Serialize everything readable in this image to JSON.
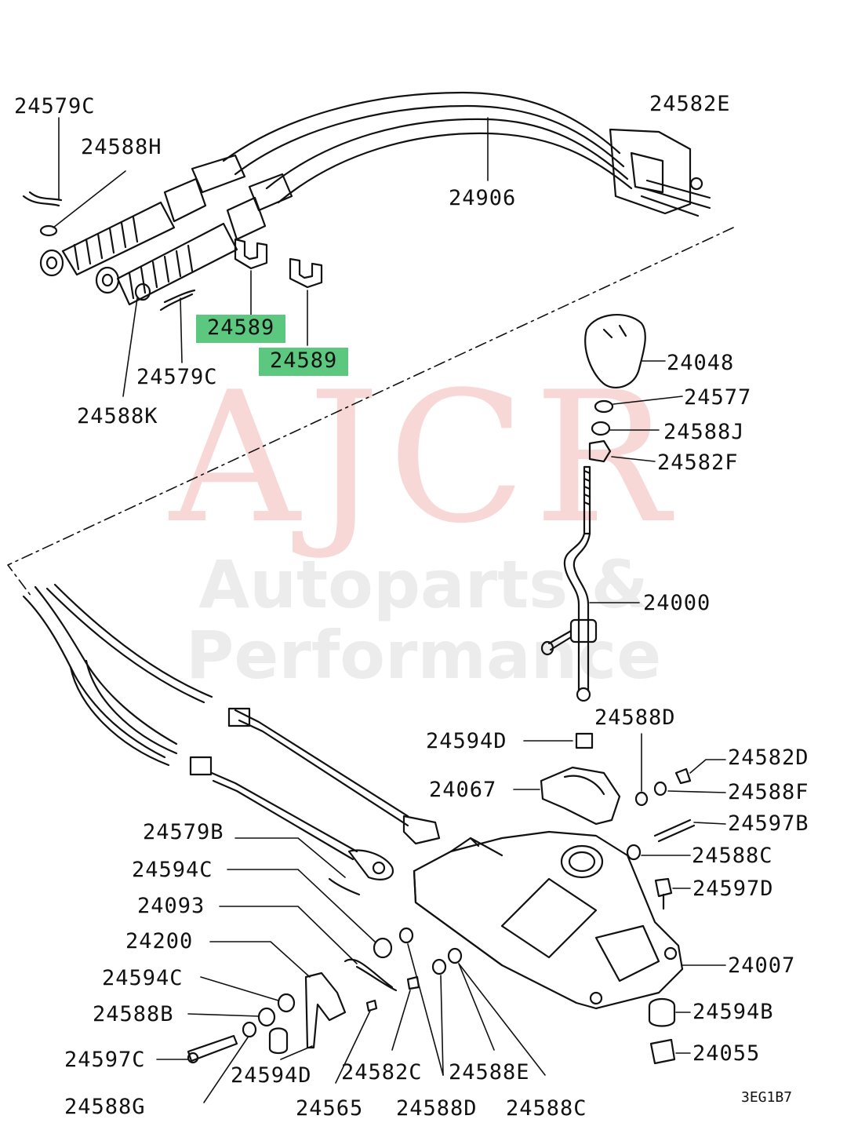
{
  "watermark": {
    "brand": "AJCR",
    "tagline": "Autoparts & Performance"
  },
  "highlight_color": "#5cc77e",
  "diagram_code": "3EG1B7",
  "part_labels": {
    "p24579C_top": "24579C",
    "p24588H": "24588H",
    "p24582E": "24582E",
    "p24906": "24906",
    "p24589_a": "24589",
    "p24589_b": "24589",
    "p24579C_mid": "24579C",
    "p24588K": "24588K",
    "p24048": "24048",
    "p24577": "24577",
    "p24588J": "24588J",
    "p24582F": "24582F",
    "p24000": "24000",
    "p24588D_top": "24588D",
    "p24594D_top": "24594D",
    "p24582D": "24582D",
    "p24067": "24067",
    "p24588F": "24588F",
    "p24597B": "24597B",
    "p24579B": "24579B",
    "p24588C_right": "24588C",
    "p24594C_top": "24594C",
    "p24597D": "24597D",
    "p24093": "24093",
    "p24200": "24200",
    "p24007": "24007",
    "p24594C_low": "24594C",
    "p24594B": "24594B",
    "p24588B": "24588B",
    "p24055": "24055",
    "p24597C": "24597C",
    "p24594D_low": "24594D",
    "p24582C": "24582C",
    "p24588E": "24588E",
    "p24588G": "24588G",
    "p24565": "24565",
    "p24588D_low": "24588D",
    "p24588C_low": "24588C"
  }
}
